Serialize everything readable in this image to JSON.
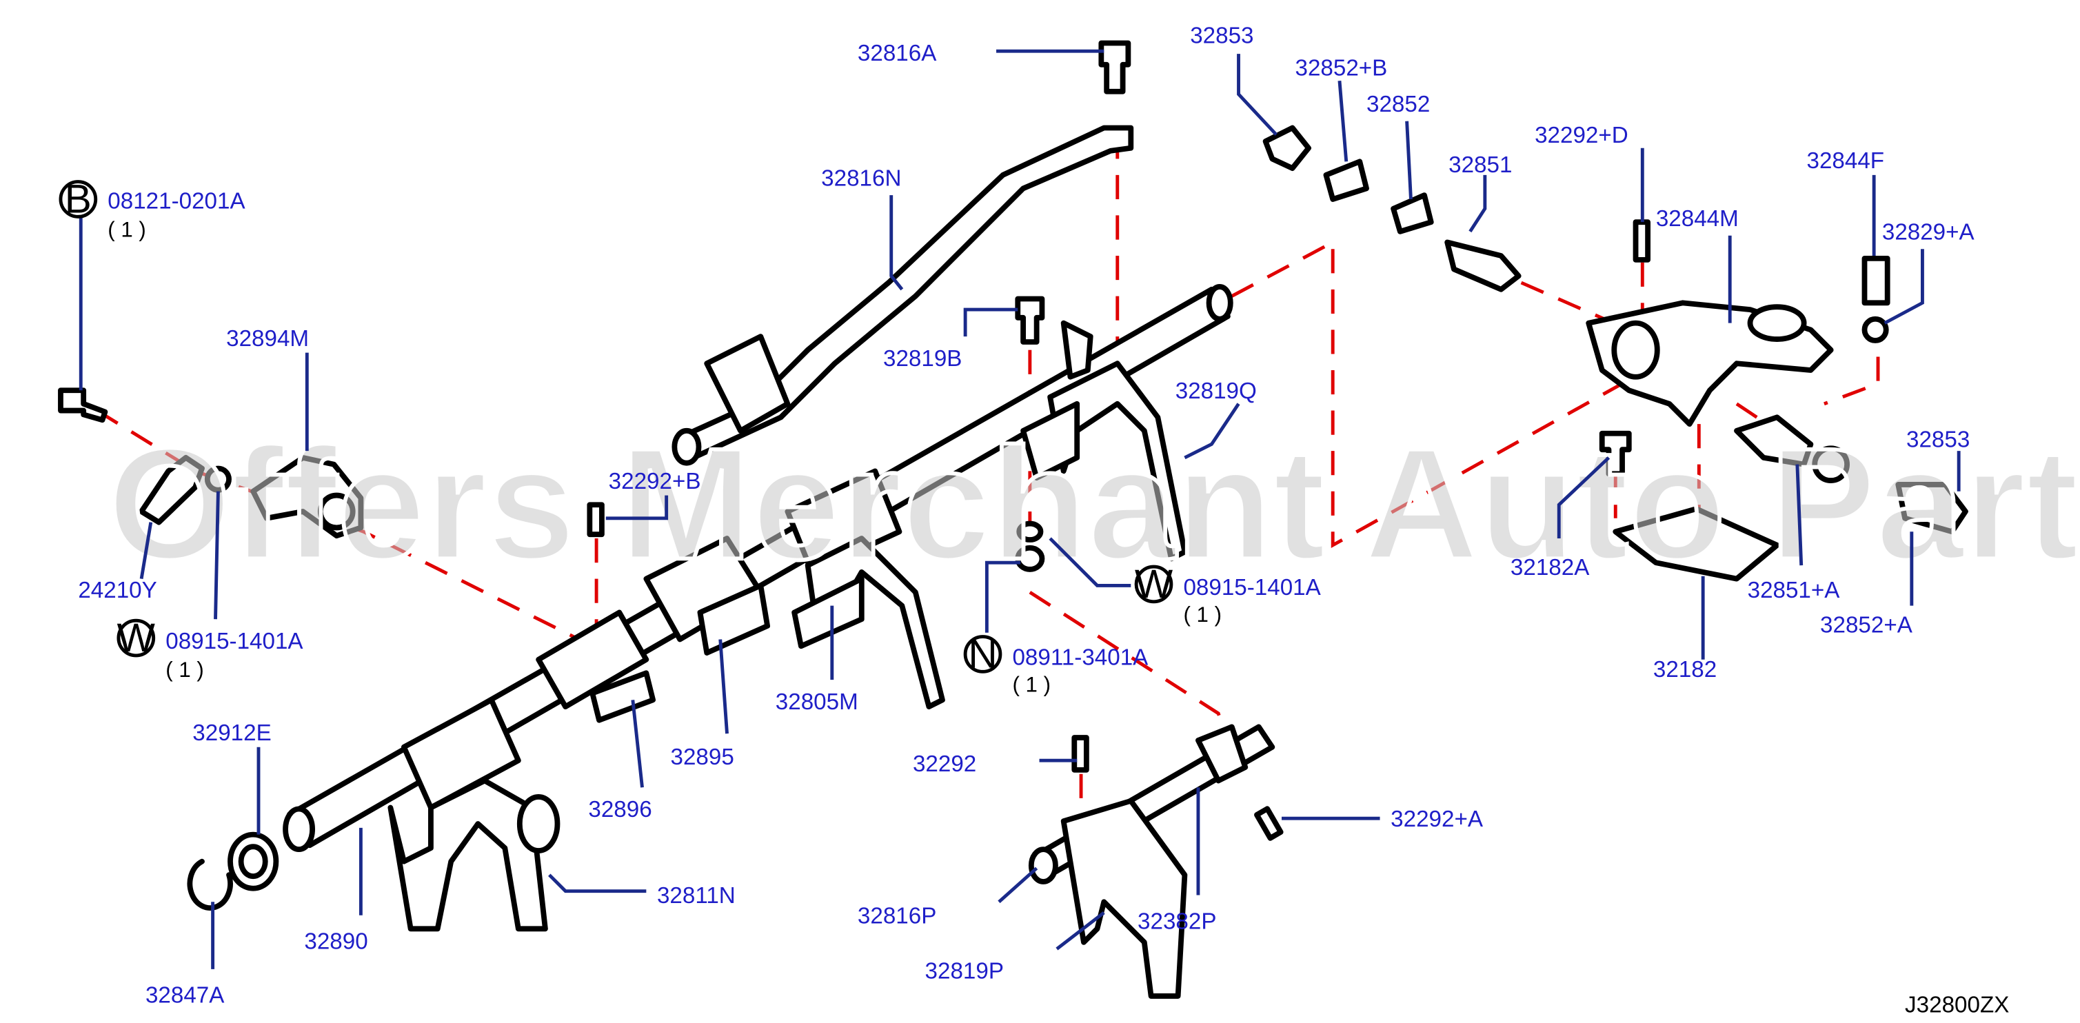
{
  "diagram_code": "J32800ZX",
  "watermark": "Offers Merchant Auto Parts Catalog PARTSTORE.SA",
  "colors": {
    "label": "#1e1ec8",
    "leader": "#1a2a8a",
    "dash": "#e00000",
    "line": "#000000"
  },
  "labels": {
    "p32816A": "32816A",
    "p32816N": "32816N",
    "p32853a": "32853",
    "p32852B": "32852+B",
    "p32852": "32852",
    "p32851": "32851",
    "p32292D": "32292+D",
    "p32844M": "32844M",
    "p32844F": "32844F",
    "p32829A": "32829+A",
    "p32819B": "32819B",
    "p32819Q": "32819Q",
    "p32894M": "32894M",
    "p08121": "08121-0201A",
    "p24210Y": "24210Y",
    "p08915a": "08915-1401A",
    "p32292B": "32292+B",
    "p08915b": "08915-1401A",
    "p08911": "08911-3401A",
    "p32182A": "32182A",
    "p32851A": "32851+A",
    "p32853b": "32853",
    "p32852A": "32852+A",
    "p32182": "32182",
    "p32805M": "32805M",
    "p32895": "32895",
    "p32896": "32896",
    "p32912E": "32912E",
    "p32847A": "32847A",
    "p32890": "32890",
    "p32811N": "32811N",
    "p32292": "32292",
    "p32292A": "32292+A",
    "p32816P": "32816P",
    "p32382P": "32382P",
    "p32819P": "32819P"
  },
  "badges": {
    "b": "B",
    "w1": "W",
    "w2": "W",
    "n": "N"
  },
  "quantities": {
    "q08121": "(  1  )",
    "q08915a": "(  1  )",
    "q08915b": "(  1  )",
    "q08911": "(  1  )"
  }
}
